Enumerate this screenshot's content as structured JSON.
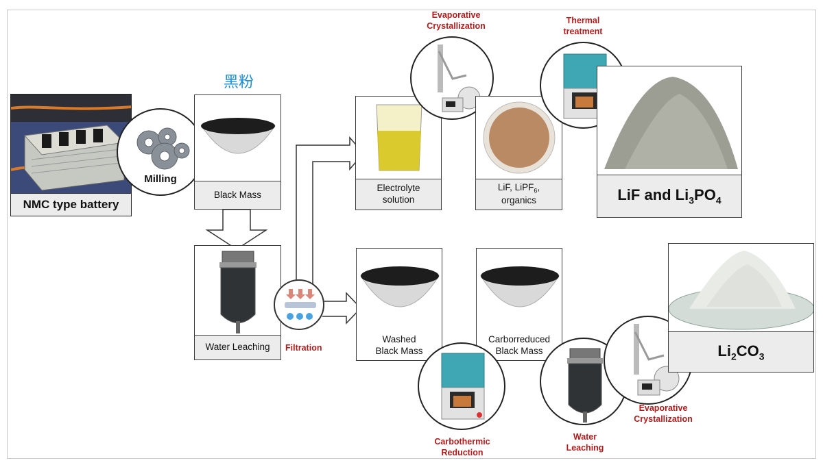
{
  "battery": {
    "label": "NMC type battery"
  },
  "milling": {
    "label": "Milling"
  },
  "black_mass": {
    "chinese_title": "黑粉",
    "label": "Black Mass"
  },
  "water_leaching_main": {
    "label": "Water Leaching"
  },
  "filtration": {
    "label": "Filtration"
  },
  "electrolyte": {
    "label_line1": "Electrolyte",
    "label_line2": "solution"
  },
  "evap_top": {
    "line1": "Evaporative",
    "line2": "Crystallization"
  },
  "lif_salts": {
    "label_line1": "LiF, LiPF",
    "label_sub": "6",
    "label_tail": ",",
    "label_line2": "organics"
  },
  "thermal": {
    "line1": "Thermal",
    "line2": "treatment"
  },
  "product_top": {
    "part1": "LiF and Li",
    "sub1": "3",
    "part2": "PO",
    "sub2": "4"
  },
  "washed": {
    "label_line1": "Washed",
    "label_line2": "Black Mass"
  },
  "carbothermic": {
    "line1": "Carbothermic",
    "line2": "Reduction"
  },
  "carborreduced": {
    "label_line1": "Carborreduced",
    "label_line2": "Black Mass"
  },
  "water_leaching_bottom": {
    "line1": "Water",
    "line2": "Leaching"
  },
  "evap_bottom": {
    "line1": "Evaporative",
    "line2": "Crystallization"
  },
  "product_bottom": {
    "part1": "Li",
    "sub1": "2",
    "part2": "CO",
    "sub2": "3"
  },
  "colors": {
    "accent_red": "#b01c1c",
    "chinese_blue": "#1f8fd8",
    "label_bg": "#ececec"
  }
}
